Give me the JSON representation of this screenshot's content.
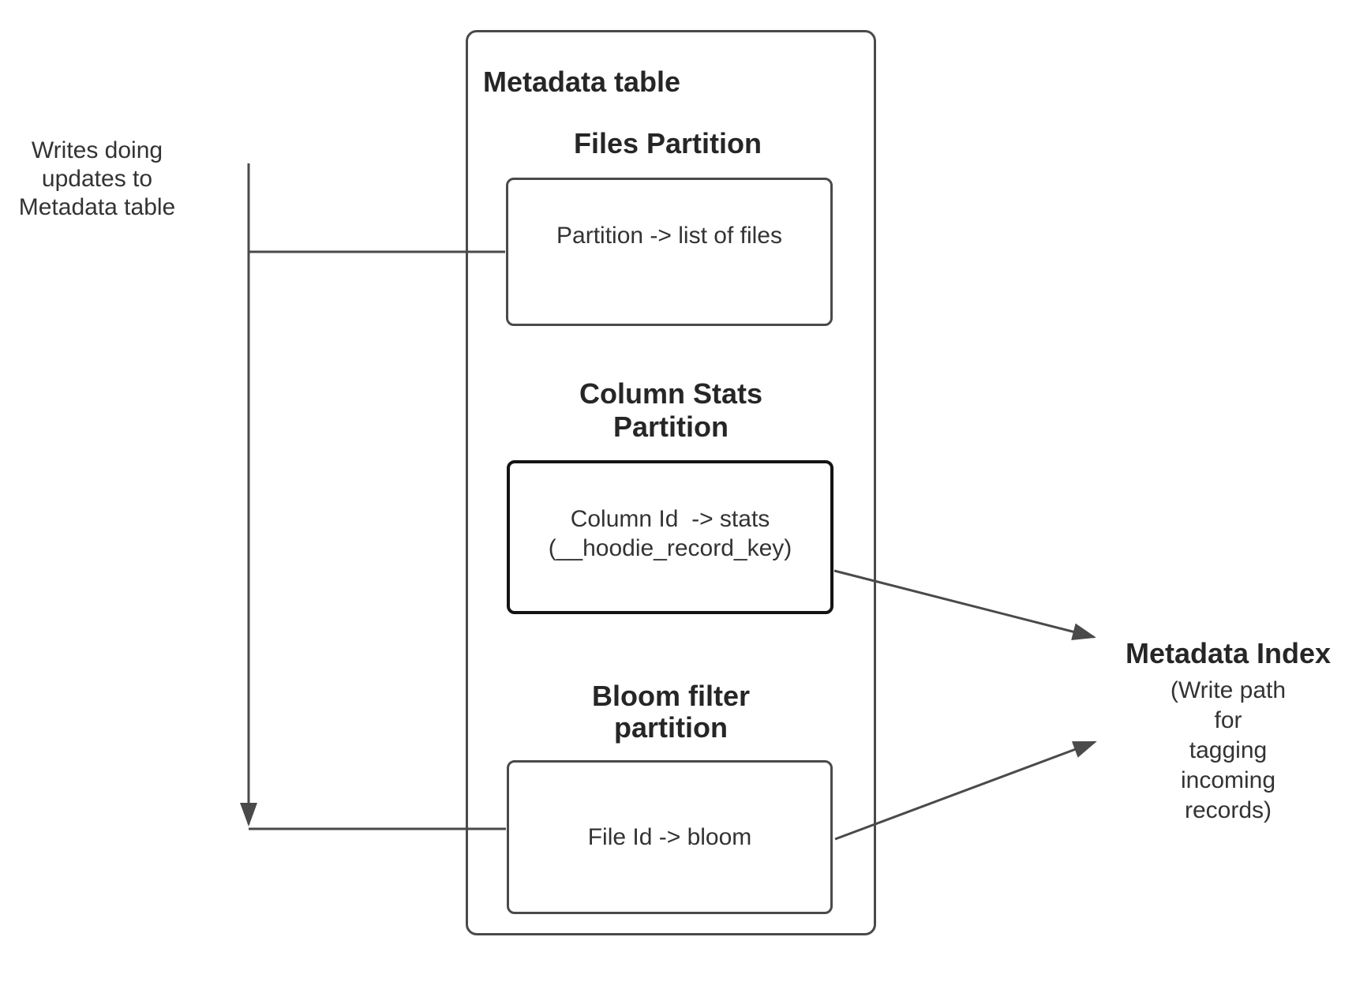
{
  "canvas": {
    "background": "#ffffff",
    "line_color": "#4a4a4a",
    "box_border_color": "#4a4a4a",
    "accent_border_color": "#141414",
    "text_color": "#333333",
    "heading_color": "#262626"
  },
  "left_note": {
    "text": "Writes doing\nupdates to\nMetadata table"
  },
  "metadata_table": {
    "title": "Metadata table",
    "partitions": [
      {
        "heading": "Files Partition",
        "body": "Partition -> list of files"
      },
      {
        "heading": "Column Stats\nPartition",
        "body": "Column Id  -> stats\n(__hoodie_record_key)"
      },
      {
        "heading": "Bloom filter\npartition",
        "body": "File Id -> bloom"
      }
    ]
  },
  "metadata_index": {
    "title": "Metadata Index",
    "note": "(Write path for\ntagging incoming\nrecords)"
  }
}
